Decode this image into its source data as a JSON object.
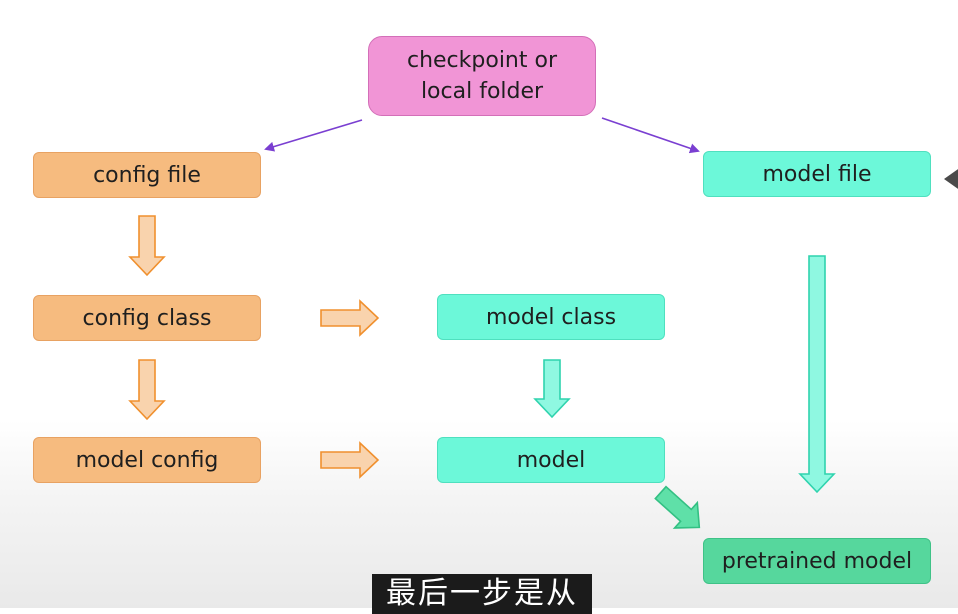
{
  "nodes": {
    "checkpoint_line1": "checkpoint or",
    "checkpoint_line2": "local folder",
    "config_file": "config file",
    "config_class": "config class",
    "model_config": "model config",
    "model_file": "model file",
    "model_class": "model class",
    "model": "model",
    "pretrained_model": "pretrained model"
  },
  "subtitle": "最后一步是从",
  "colors": {
    "orange": "#f6bb7f",
    "cyan": "#6cf8d9",
    "pink": "#f195d6",
    "green": "#56d79d",
    "arrow_line": "#7a3fd1"
  }
}
